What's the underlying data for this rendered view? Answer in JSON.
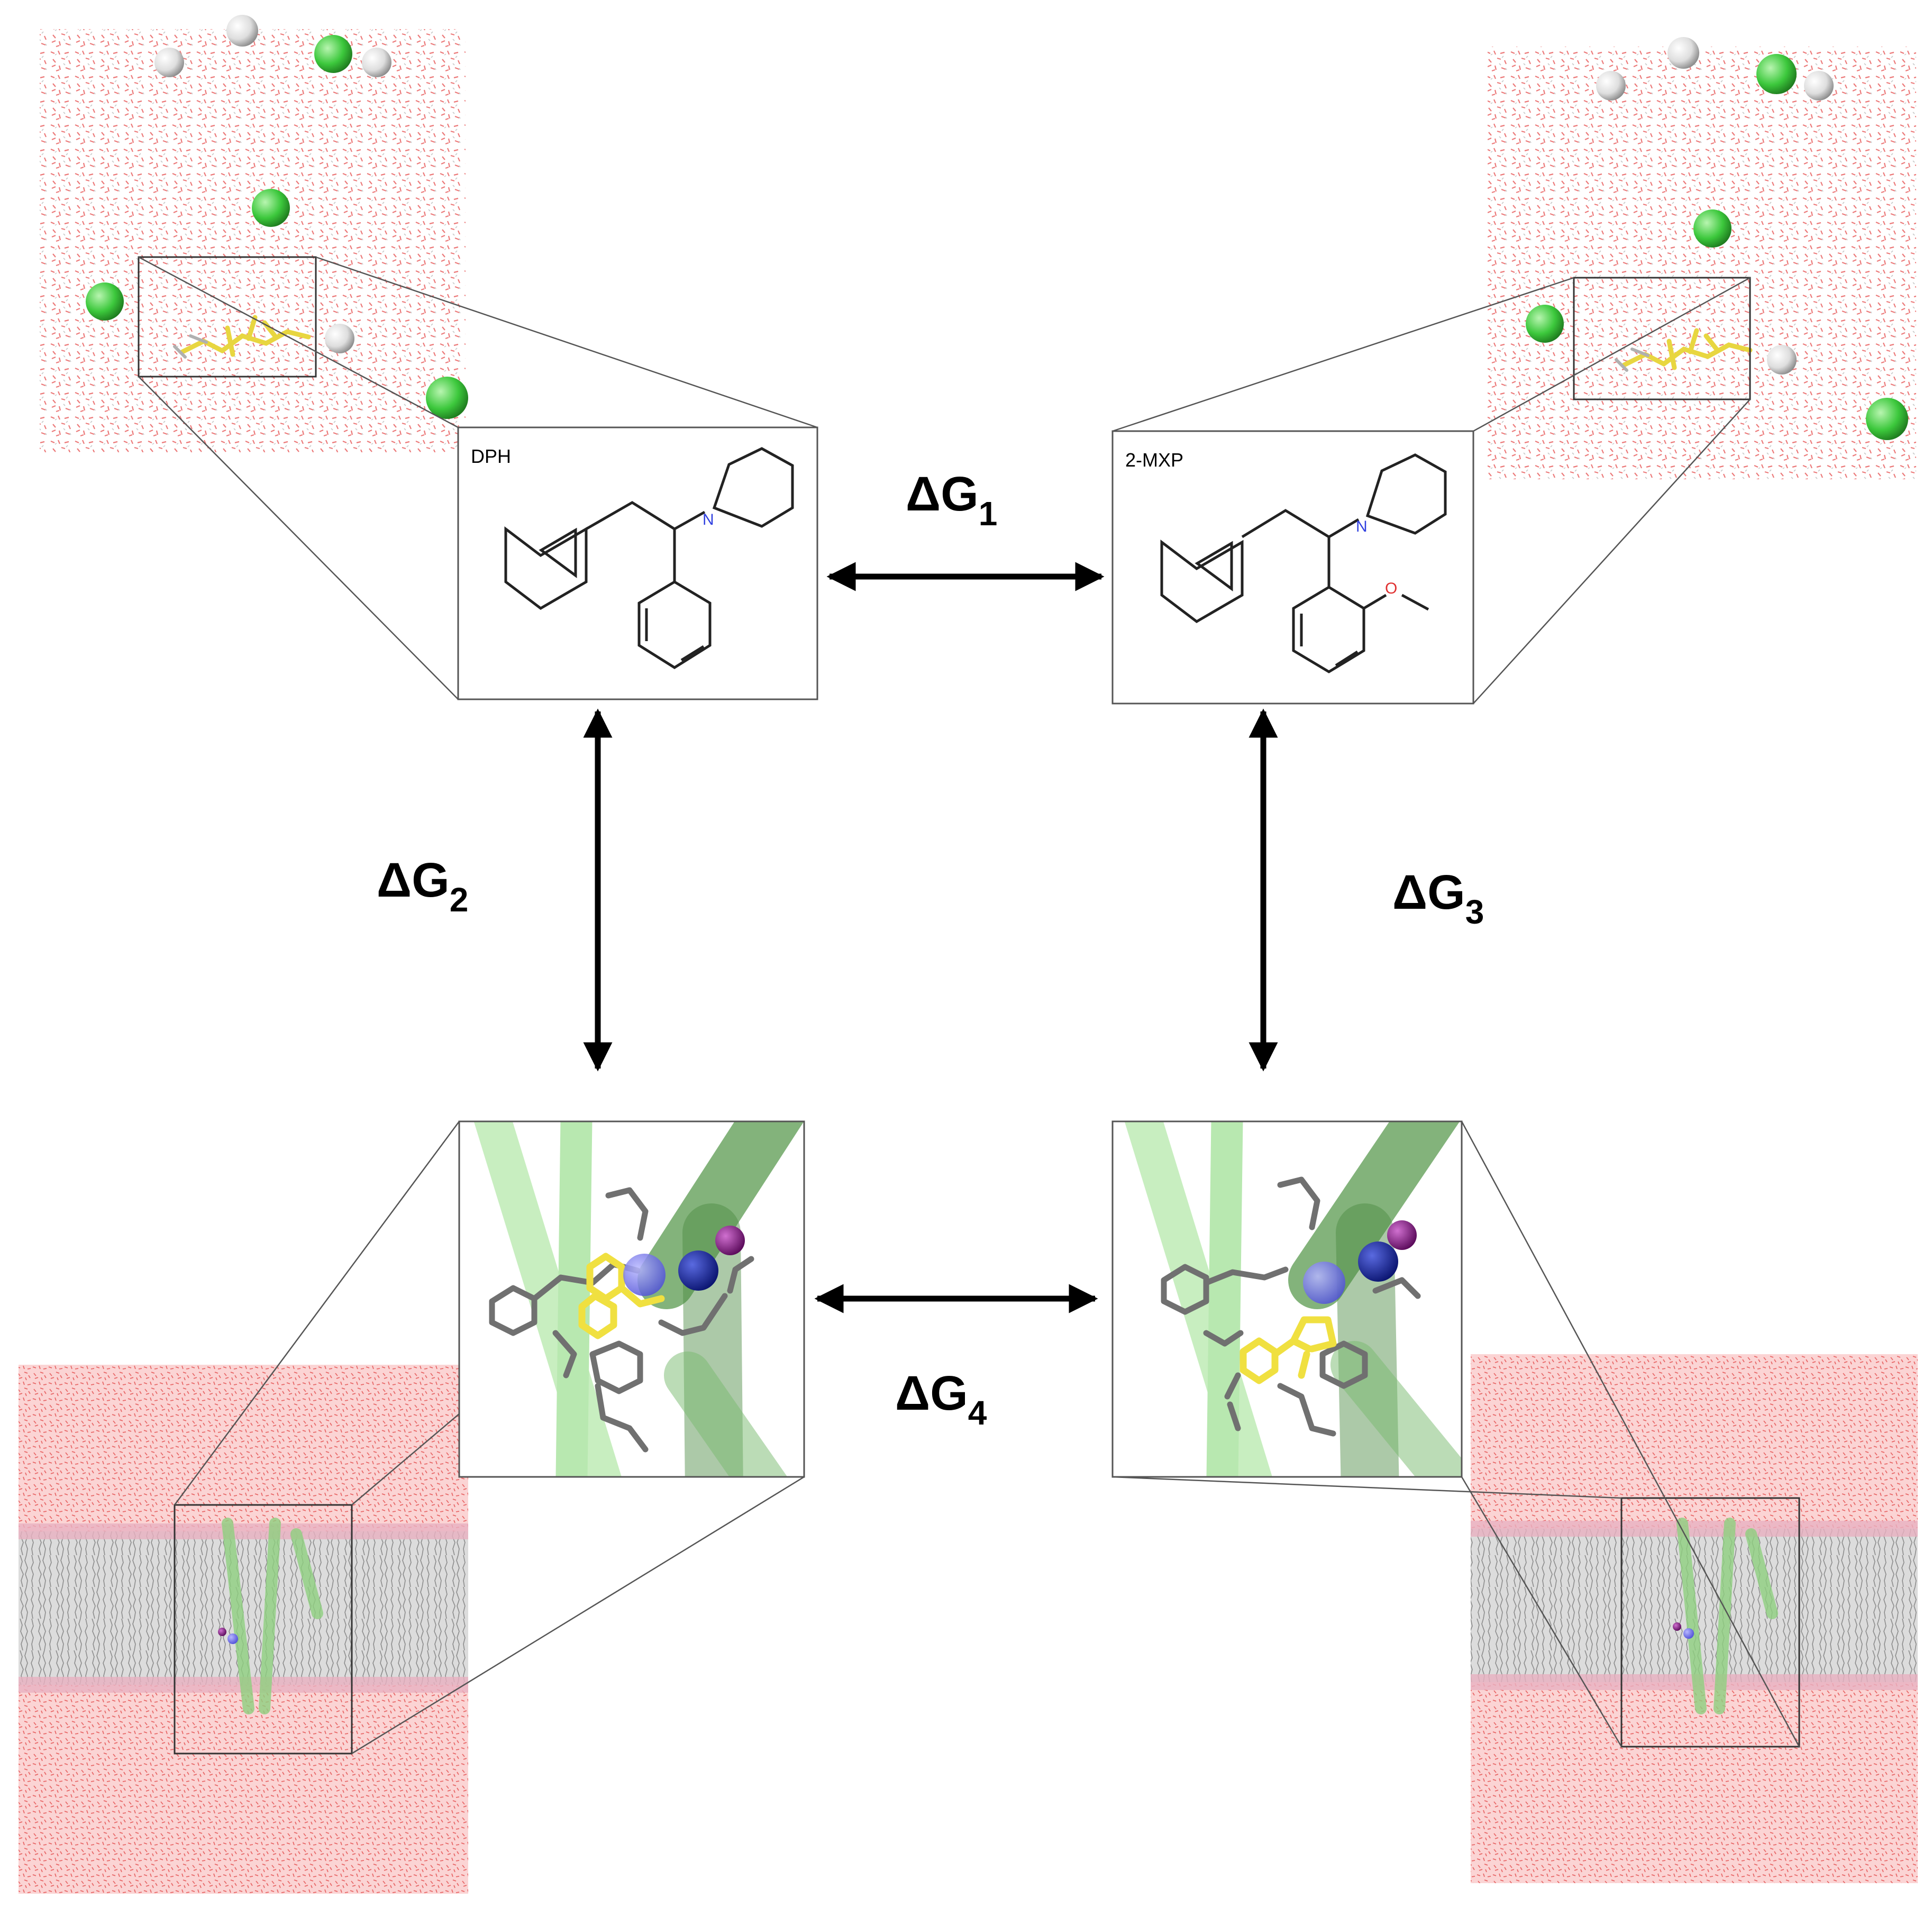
{
  "free_energy_labels": {
    "dg1": {
      "main": "ΔG",
      "sub": "1"
    },
    "dg2": {
      "main": "ΔG",
      "sub": "2"
    },
    "dg3": {
      "main": "ΔG",
      "sub": "3"
    },
    "dg4": {
      "main": "ΔG",
      "sub": "4"
    }
  },
  "molecules": {
    "left": {
      "name": "DPH",
      "nitrogen": "N"
    },
    "right": {
      "name": "2-MXP",
      "nitrogen": "N",
      "oxygen": "O"
    }
  },
  "colors": {
    "water": "#f08080",
    "ion_green": "#3cc83c",
    "ion_white": "#e4e4e4",
    "ligand": "#f0e040",
    "helix": "#b8e8b0",
    "lipid": "#9a9a9a",
    "na_ion": "#6a6ae8",
    "cl_ion": "#1a2aa0",
    "k_ion": "#8a1a8a"
  }
}
